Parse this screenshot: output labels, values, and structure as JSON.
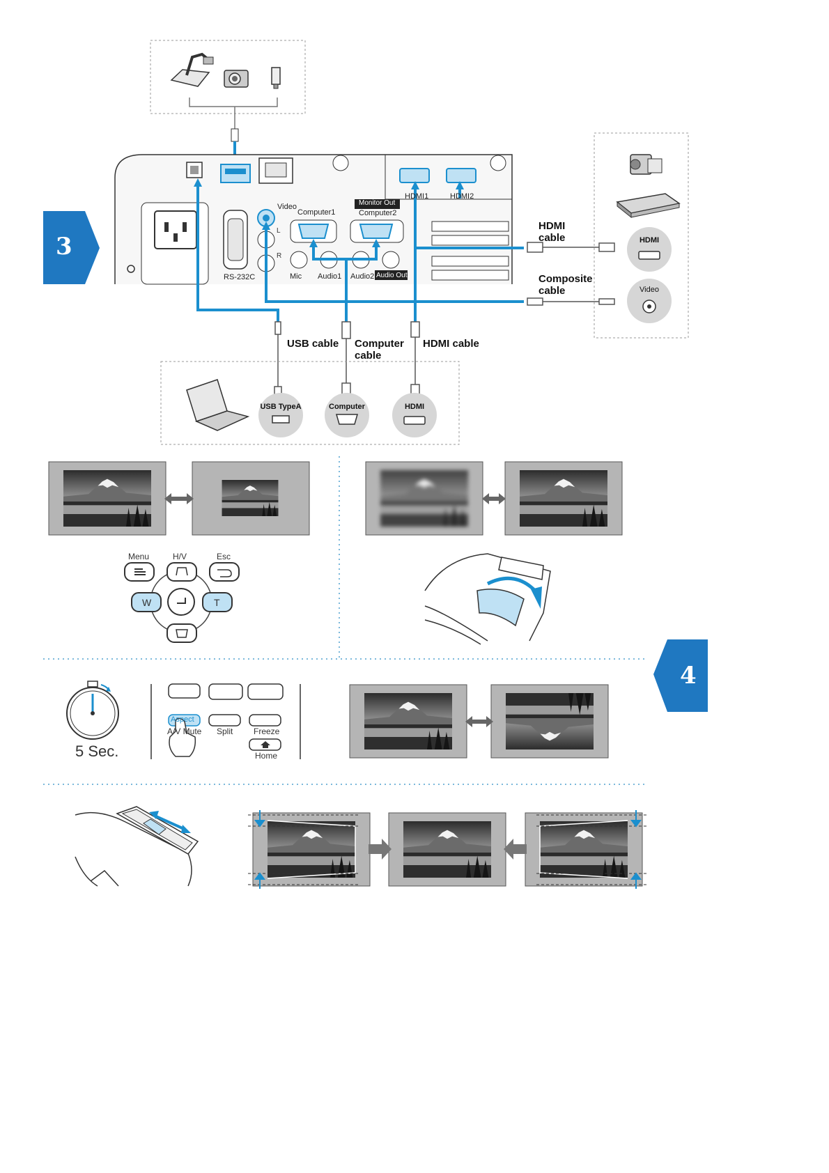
{
  "steps": {
    "step3": "3",
    "step4": "4"
  },
  "colors": {
    "accent": "#1b8fce",
    "step_badge": "#1f78c1",
    "bubble": "#d6d6d6",
    "frame": "#9a9a9a"
  },
  "projector_ports": {
    "video": "Video",
    "computer1": "Computer1",
    "monitor_out": "Monitor Out",
    "computer2": "Computer2",
    "hdmi1": "HDMI1",
    "hdmi2": "HDMI2",
    "rs232c": "RS-232C",
    "mic": "Mic",
    "audio1": "Audio1",
    "audio2": "Audio2",
    "audio_out": "Audio Out",
    "l": "L",
    "r": "R"
  },
  "cables": {
    "usb": "USB cable",
    "computer": "Computer cable",
    "hdmi_bottom": "HDMI cable",
    "hdmi_right": "HDMI cable",
    "composite": "Composite cable"
  },
  "source_ports": {
    "usb_type_a": "USB TypeA",
    "computer": "Computer",
    "hdmi": "HDMI",
    "hdmi_right": "HDMI",
    "video": "Video"
  },
  "icons": [
    "document-camera-icon",
    "digital-camera-icon",
    "usb-stick-icon",
    "camcorder-icon",
    "blu-ray-player-icon",
    "laptop-icon",
    "stopwatch-icon",
    "hand-press-icon"
  ],
  "control_panel": {
    "menu": "Menu",
    "hv": "H/V",
    "esc": "Esc",
    "w": "W",
    "t": "T"
  },
  "remote": {
    "aspect": "Aspect",
    "av_mute": "A/V Mute",
    "split": "Split",
    "freeze": "Freeze",
    "home": "Home"
  },
  "timer": {
    "duration": "5 Sec."
  }
}
